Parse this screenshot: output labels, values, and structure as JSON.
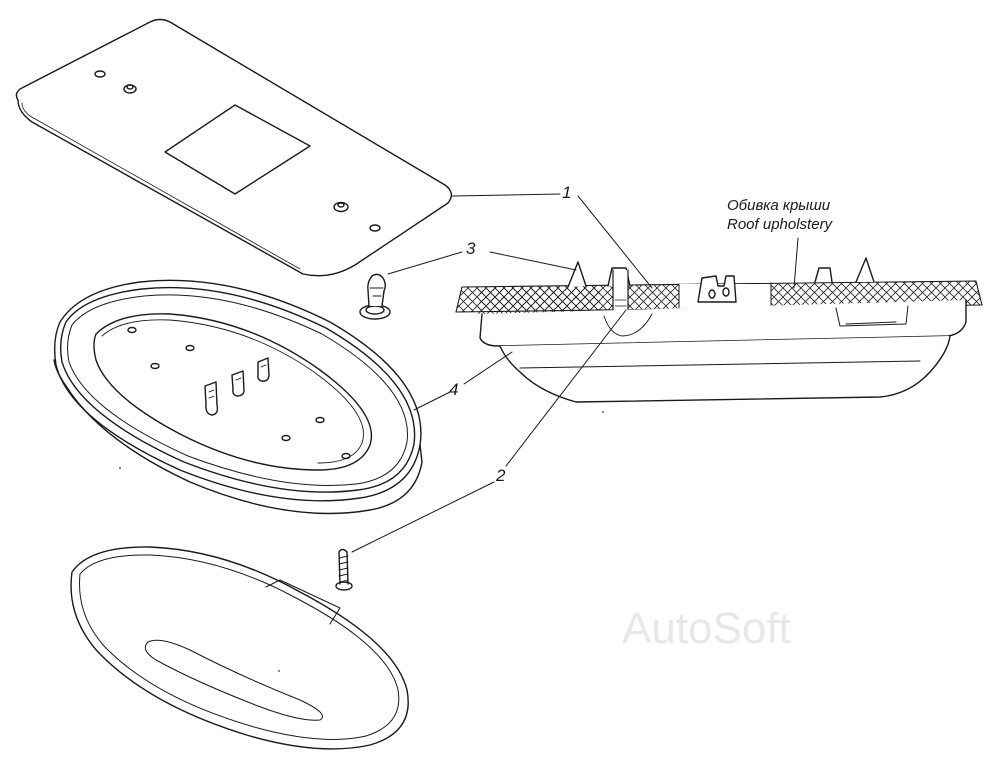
{
  "callouts": {
    "c1": "1",
    "c2": "2",
    "c3": "3",
    "c4": "4"
  },
  "annotation": {
    "line_ru": "Обивка крыши",
    "line_en": "Roof upholstery"
  },
  "watermark": "AutoSoft"
}
